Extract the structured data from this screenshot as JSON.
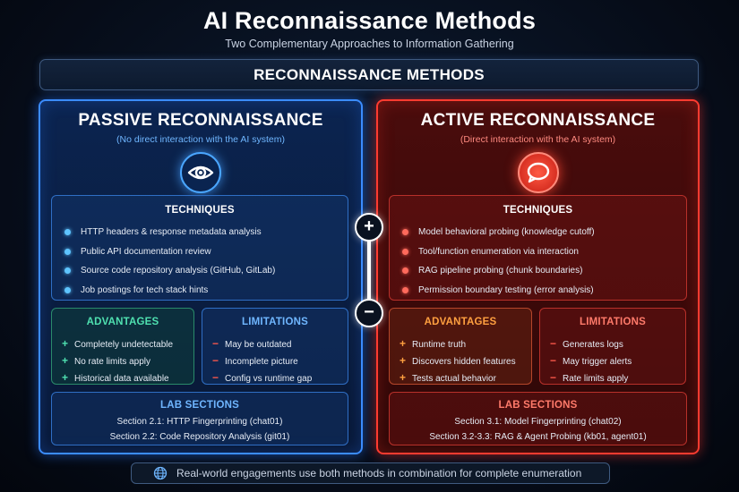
{
  "title": "AI Reconnaissance Methods",
  "subtitle": "Two Complementary Approaches to Information Gathering",
  "banner": "RECONNAISSANCE METHODS",
  "passive": {
    "title": "PASSIVE RECONNAISSANCE",
    "subtitle": "(No direct interaction with the AI system)",
    "icon": "eye-icon",
    "color": "#3b8cff",
    "techniques_heading": "TECHNIQUES",
    "techniques": [
      "HTTP headers & response metadata analysis",
      "Public API documentation review",
      "Source code repository analysis (GitHub, GitLab)",
      "Job postings for tech stack hints"
    ],
    "advantages_heading": "ADVANTAGES",
    "advantages": [
      "Completely undetectable",
      "No rate limits apply",
      "Historical data available"
    ],
    "limitations_heading": "LIMITATIONS",
    "limitations": [
      "May be outdated",
      "Incomplete picture",
      "Config vs runtime gap"
    ],
    "lab_heading": "LAB SECTIONS",
    "lab_sections": [
      "Section 2.1: HTTP Fingerprinting (chat01)",
      "Section 2.2: Code Repository Analysis (git01)"
    ]
  },
  "active": {
    "title": "ACTIVE RECONNAISSANCE",
    "subtitle": "(Direct interaction with the AI system)",
    "icon": "chat-bubble-icon",
    "color": "#ff3b30",
    "techniques_heading": "TECHNIQUES",
    "techniques": [
      "Model behavioral probing (knowledge cutoff)",
      "Tool/function enumeration via interaction",
      "RAG pipeline probing (chunk boundaries)",
      "Permission boundary testing (error analysis)"
    ],
    "advantages_heading": "ADVANTAGES",
    "advantages": [
      "Runtime truth",
      "Discovers hidden features",
      "Tests actual behavior"
    ],
    "limitations_heading": "LIMITATIONS",
    "limitations": [
      "Generates logs",
      "May trigger alerts",
      "Rate limits apply"
    ],
    "lab_heading": "LAB SECTIONS",
    "lab_sections": [
      "Section 3.1: Model Fingerprinting (chat02)",
      "Section 3.2-3.3: RAG & Agent Probing (kb01, agent01)"
    ]
  },
  "connector": {
    "plus": "+",
    "minus": "−"
  },
  "footer": {
    "icon": "globe-icon",
    "text": "Real-world engagements use both methods in combination for complete enumeration"
  },
  "marks": {
    "advantage": "+",
    "limitation": "−"
  }
}
